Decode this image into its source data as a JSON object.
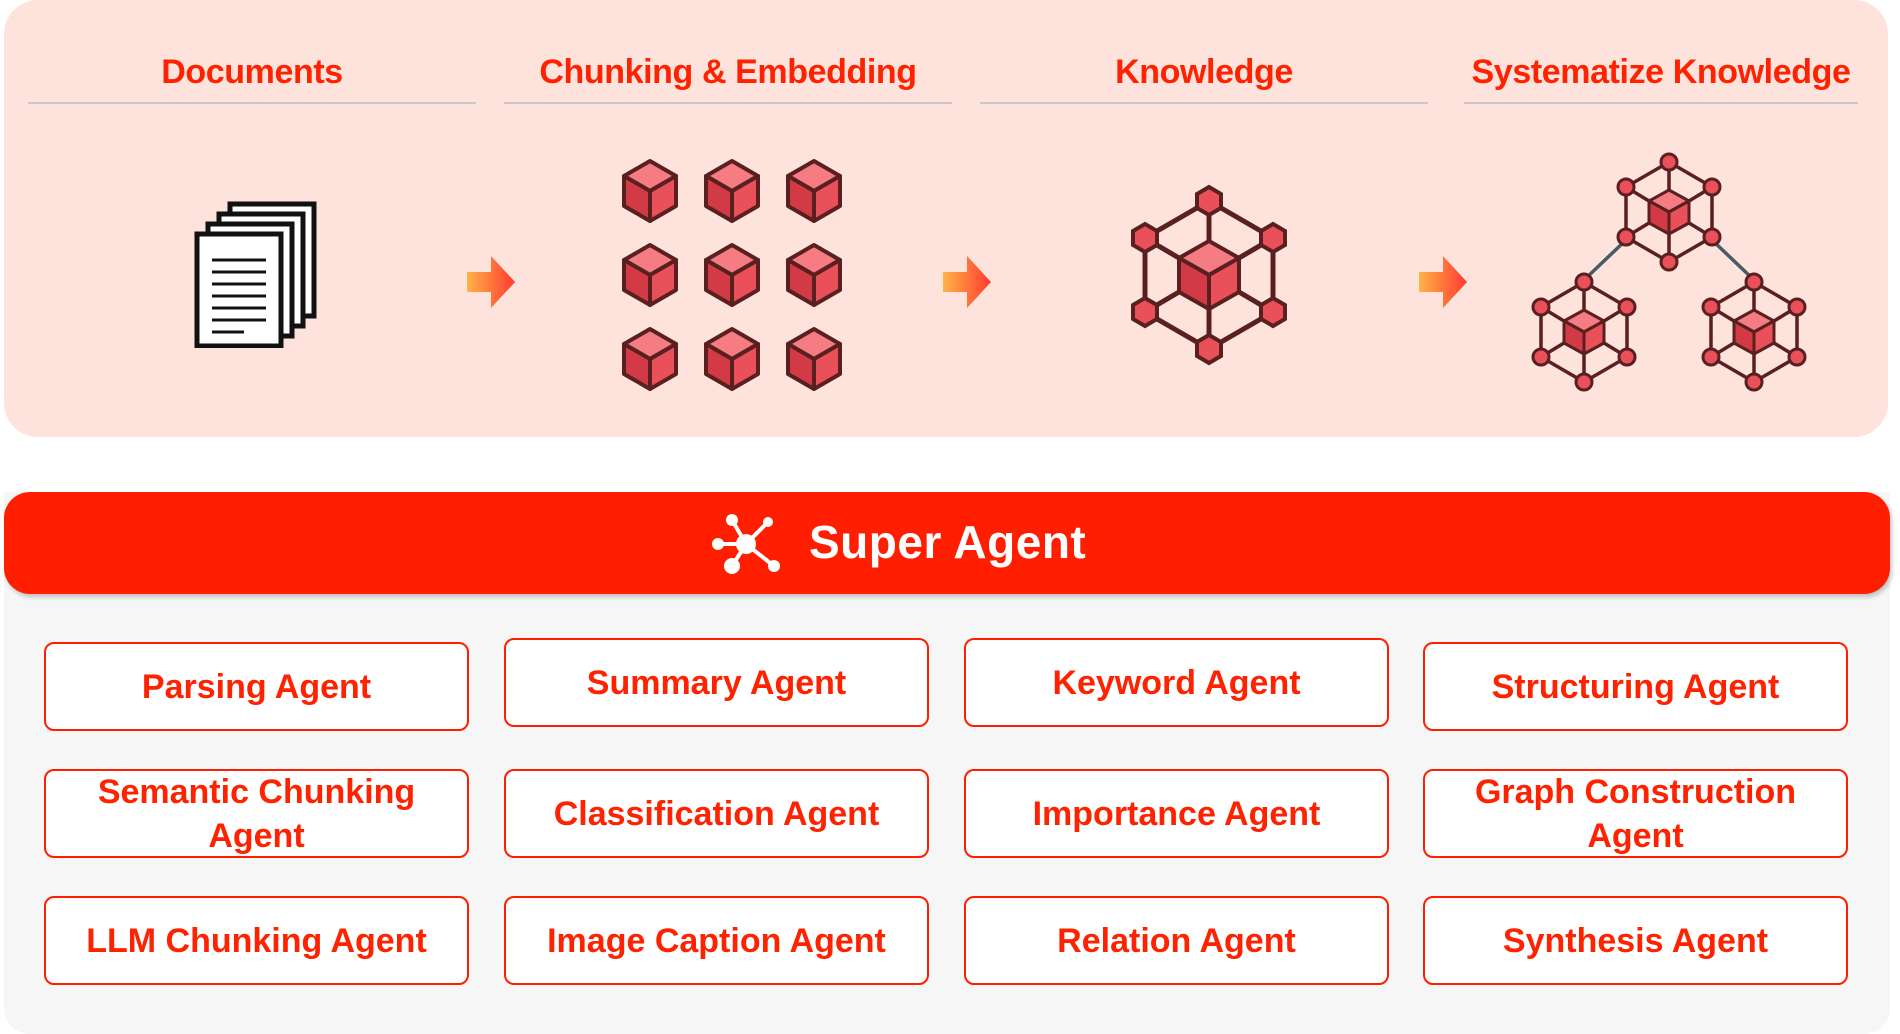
{
  "pipeline": {
    "stages": [
      {
        "label": "Documents",
        "icon": "documents-stack-icon"
      },
      {
        "label": "Chunking & Embedding",
        "icon": "cube-grid-icon"
      },
      {
        "label": "Knowledge",
        "icon": "knowledge-hexagon-icon"
      },
      {
        "label": "Systematize Knowledge",
        "icon": "knowledge-network-icon"
      }
    ],
    "arrow_icon": "right-arrow-icon"
  },
  "super_agent": {
    "title": "Super Agent",
    "icon": "network-nodes-icon"
  },
  "agents": [
    [
      "Parsing Agent",
      "Summary Agent",
      "Keyword Agent",
      "Structuring Agent"
    ],
    [
      "Semantic Chunking Agent",
      "Classification Agent",
      "Importance Agent",
      "Graph Construction Agent"
    ],
    [
      "LLM Chunking Agent",
      "Image Caption Agent",
      "Relation Agent",
      "Synthesis Agent"
    ]
  ],
  "colors": {
    "accent": "#ff1e00",
    "pipeline_background": "#fde3dc",
    "agents_background": "#f6f6f6",
    "cube_fill": "#e9505a",
    "cube_outline": "#5a1f1f"
  }
}
